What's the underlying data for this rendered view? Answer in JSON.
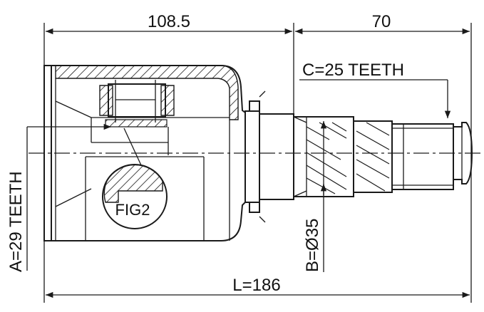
{
  "dimensions": {
    "housing_length": "108.5",
    "shaft_length": "70",
    "total_length": "L=186",
    "outer_spline": "C=25 TEETH",
    "inner_spline": "A=29 TEETH",
    "shaft_diameter": "B=Ø35"
  },
  "figure": {
    "detail_label": "FIG2"
  }
}
